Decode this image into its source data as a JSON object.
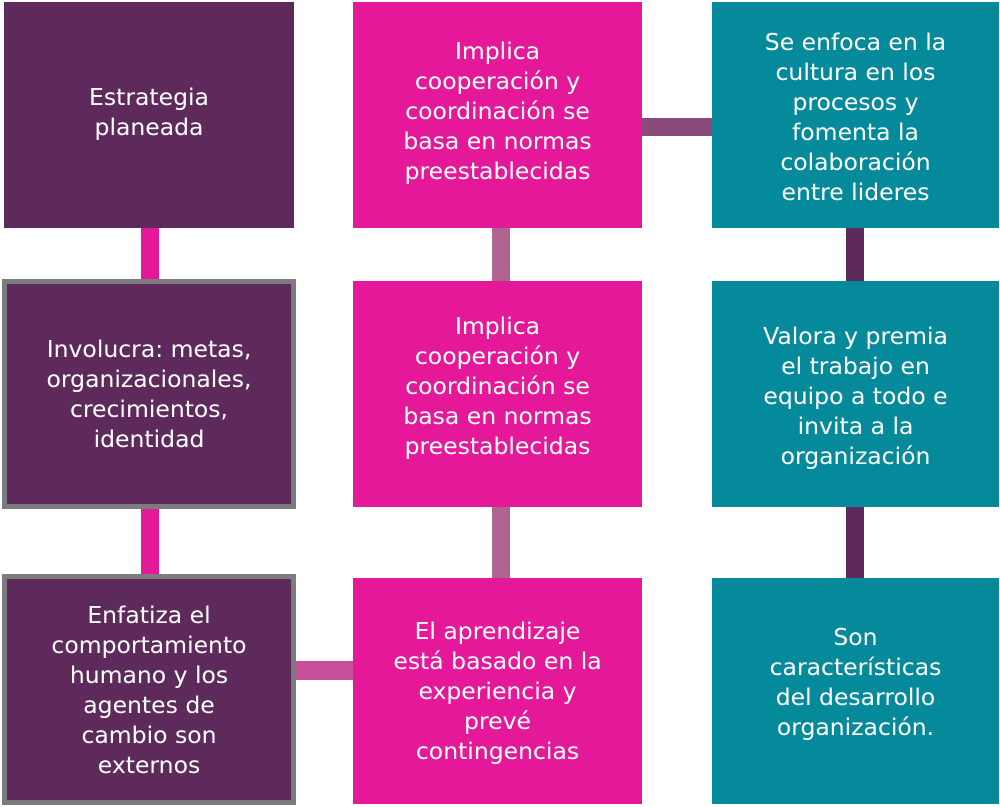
{
  "boxes": {
    "b1": [
      "Estrategia",
      "planeada"
    ],
    "b2": [
      "Involucra: metas,",
      "organizacionales,",
      "crecimientos,",
      "identidad"
    ],
    "b3": [
      "Enfatiza el",
      "comportamiento",
      "humano y los",
      "agentes de",
      "cambio son",
      "externos"
    ],
    "b4": [
      "Implica",
      "cooperación y",
      "coordinación se",
      "basa en normas",
      "preestablecidas"
    ],
    "b5": [
      "Implica",
      "cooperación y",
      "coordinación se",
      "basa en normas",
      "preestablecidas"
    ],
    "b6": [
      "El aprendizaje",
      "está basado en la",
      "experiencia y",
      "prevé",
      "contingencias"
    ],
    "b7": [
      "Se enfoca en la",
      "cultura en los",
      "procesos y",
      "fomenta la",
      "colaboración",
      "entre lideres"
    ],
    "b8": [
      "Valora y premia",
      "el trabajo en",
      "equipo a todo e",
      "invita a la",
      "organización"
    ],
    "b9": [
      "Son",
      "características",
      "del desarrollo",
      "organización."
    ]
  },
  "colors": {
    "purple": "#5e2a5c",
    "magenta": "#e6189a",
    "teal": "#058a9b",
    "outline": "#7c7c7c"
  }
}
